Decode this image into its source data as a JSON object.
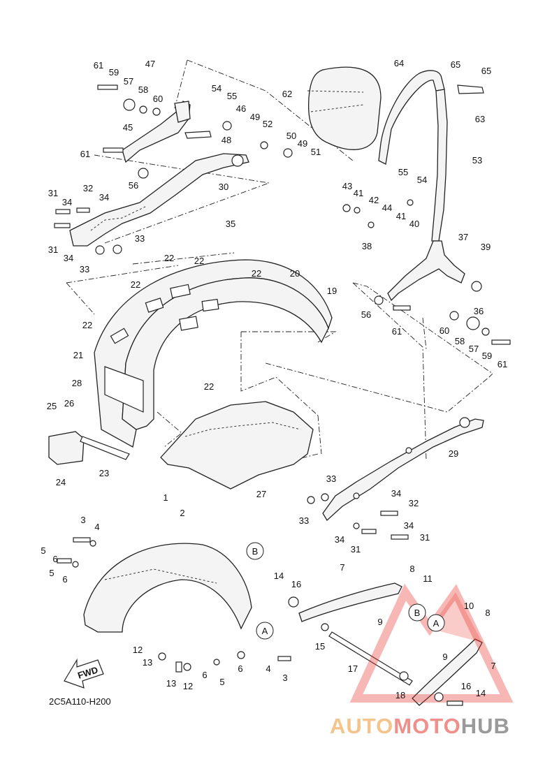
{
  "diagram_code": "2C5A110-H200",
  "fwd_label": "FWD",
  "ref_labels": {
    "A": "A",
    "B": "B"
  },
  "watermark": {
    "part1": "AUTO",
    "part2": "MOTO",
    "part3": "HUB"
  },
  "colors": {
    "line": "#222222",
    "watermark_red": "#e8332c",
    "watermark_orange": "#f5c48c",
    "watermark_grey": "#9a9a9a"
  }
}
